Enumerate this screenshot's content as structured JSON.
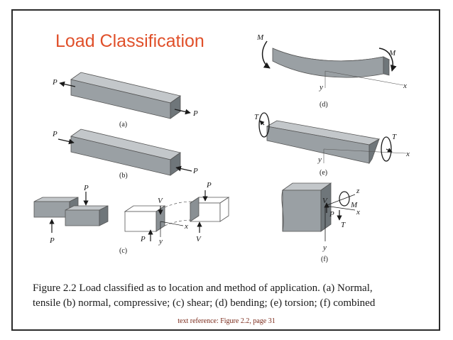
{
  "title": "Load Classification",
  "caption": {
    "line1": "Figure 2.2  Load classified as to location and method of application.  (a) Normal,",
    "line2": "tensile  (b) normal, compressive;  (c) shear;  (d) bending;  (e) torsion;  (f) combined"
  },
  "reference": "text reference:  Figure 2.2,  page 31",
  "figures": {
    "a": {
      "label": "(a)",
      "load_left": "P",
      "load_right": "P"
    },
    "b": {
      "label": "(b)",
      "load_left": "P",
      "load_right": "P"
    },
    "c": {
      "label": "(c)",
      "p_top": "P",
      "p_bottom": "P",
      "v_top": "V",
      "y": "y",
      "x": "x",
      "p_mid": "P",
      "v_bottom": "V",
      "p_right": "P"
    },
    "d": {
      "label": "(d)",
      "m_left": "M",
      "m_right": "M",
      "y": "y",
      "x": "x"
    },
    "e": {
      "label": "(e)",
      "t_left": "T",
      "t_right": "T",
      "y": "y",
      "x": "x"
    },
    "f": {
      "label": "(f)",
      "z": "z",
      "m": "M",
      "v": "V",
      "x": "x",
      "p": "P",
      "t": "T",
      "y": "y"
    }
  },
  "colors": {
    "title": "#e0502a",
    "beam_top": "#c3c7ca",
    "beam_front": "#9aa0a4",
    "beam_end": "#6f767a"
  }
}
